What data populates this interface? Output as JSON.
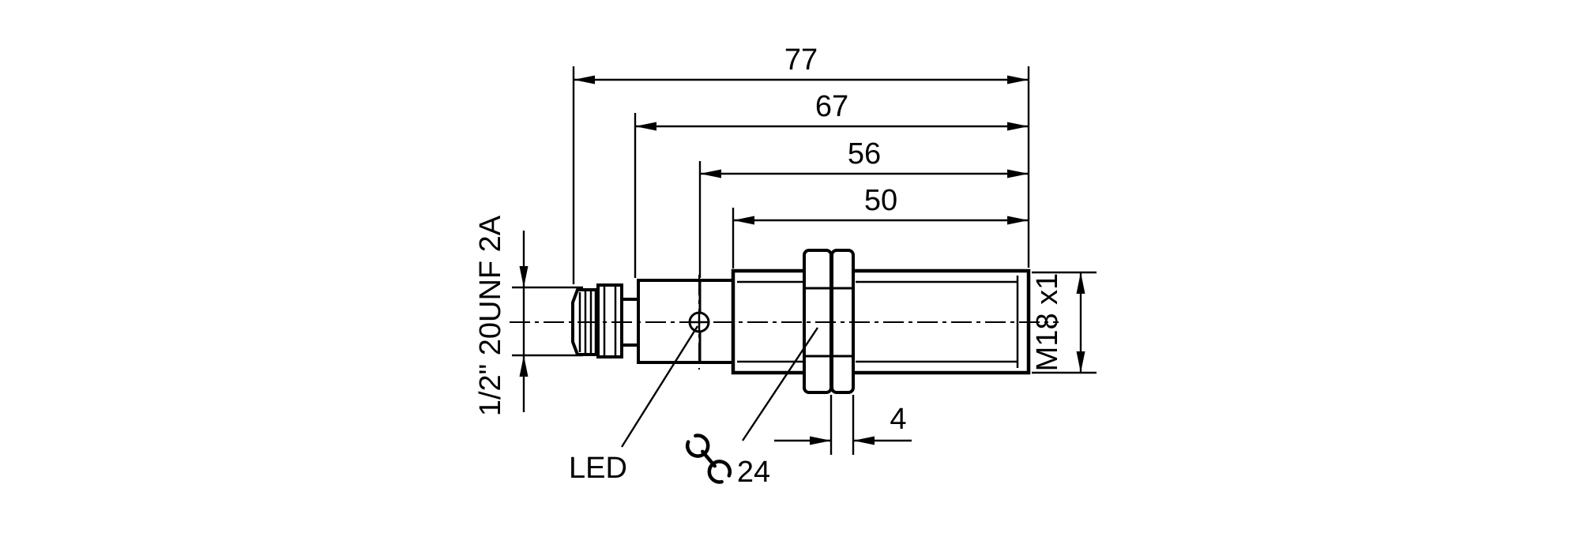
{
  "drawing": {
    "title": "inductive-sensor-dimensional-drawing",
    "dimensions": {
      "overall_length": "77",
      "body_length": "67",
      "length_to_joint": "56",
      "thread_length": "50",
      "nut_thickness": "4"
    },
    "labels": {
      "led": "LED",
      "wrench_size": "24",
      "front_thread": "M18 x1",
      "connector_thread": "1/2\" 20UNF 2A"
    },
    "colors": {
      "line": "#000000",
      "background": "#ffffff"
    }
  }
}
